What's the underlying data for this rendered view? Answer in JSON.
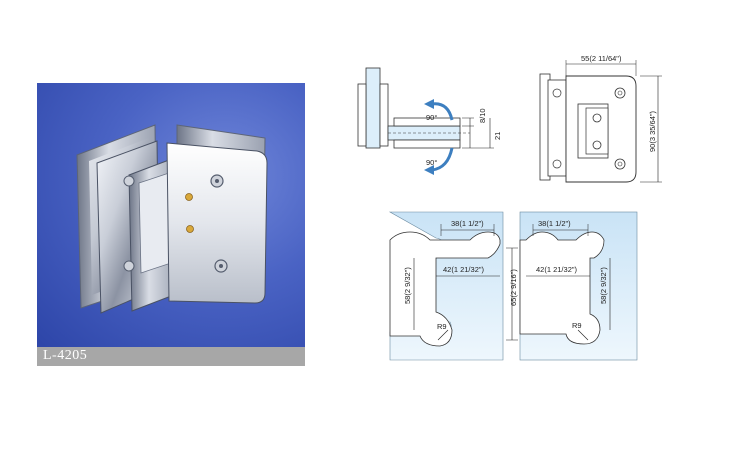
{
  "product": {
    "model": "L-4205"
  },
  "side_view": {
    "thickness": "8/10",
    "height": "21",
    "angle_top": "90°",
    "angle_bottom": "90°"
  },
  "front_view": {
    "width": "55(2 11/64\")",
    "height": "90(3 35/64\")"
  },
  "cutout_left": {
    "top_width": "38(1 1/2\")",
    "depth": "42(1 21/32\")",
    "height": "58(2 9/32\")",
    "radius": "R9"
  },
  "cutout_center": {
    "total_height": "65(2 9/16\")"
  },
  "cutout_right": {
    "top_width": "38(1 1/2\")",
    "depth": "42(1 21/32\")",
    "height": "58(2 9/32\")",
    "radius": "R9"
  },
  "colors": {
    "photo_bg": "#3b55b8",
    "glass": "#d6ecf8",
    "arrow": "#3d7fc0"
  }
}
